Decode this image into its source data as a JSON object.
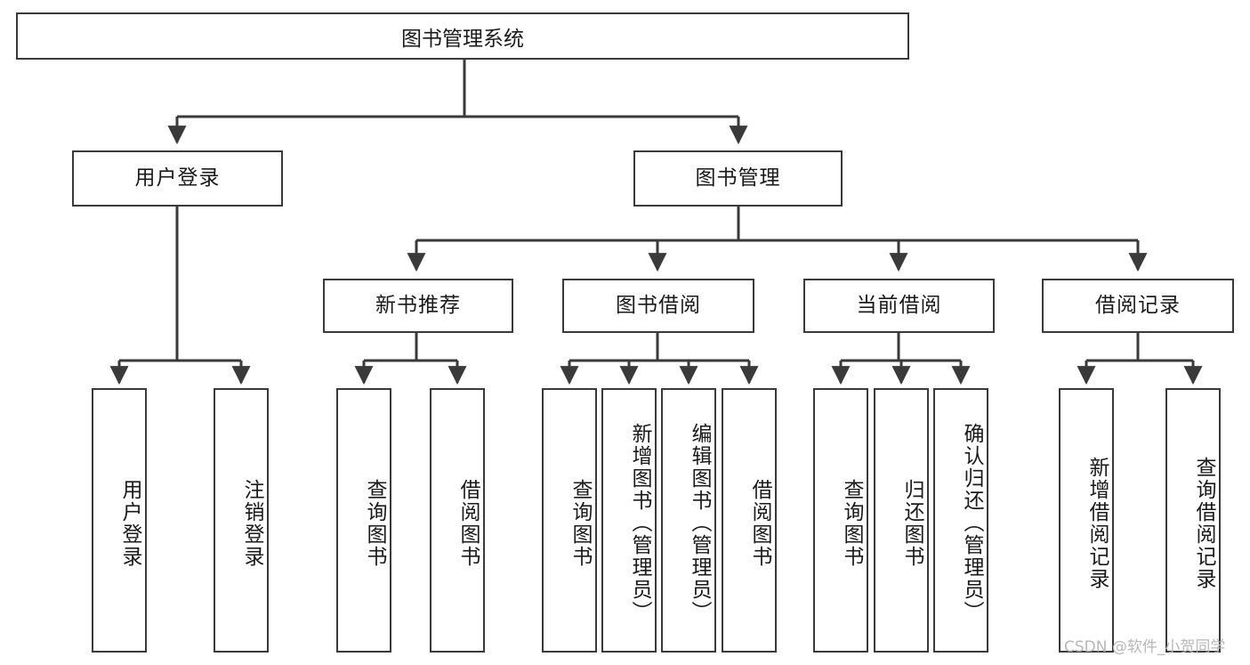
{
  "diagram": {
    "title": "图书管理系统",
    "type": "hierarchy-tree",
    "root": {
      "id": "root",
      "label": "图书管理系统"
    },
    "level2": [
      {
        "id": "user-login",
        "label": "用户登录"
      },
      {
        "id": "book-manage",
        "label": "图书管理"
      }
    ],
    "level3": [
      {
        "id": "new-book-recommend",
        "label": "新书推荐",
        "parent": "book-manage"
      },
      {
        "id": "book-borrow",
        "label": "图书借阅",
        "parent": "book-manage"
      },
      {
        "id": "current-borrow",
        "label": "当前借阅",
        "parent": "book-manage"
      },
      {
        "id": "borrow-record",
        "label": "借阅记录",
        "parent": "book-manage"
      }
    ],
    "leaves": {
      "user-login": [
        {
          "id": "leaf-user-login",
          "label": "用户登录"
        },
        {
          "id": "leaf-logout",
          "label": "注销登录"
        }
      ],
      "new-book-recommend": [
        {
          "id": "leaf-query-book-1",
          "label": "查询图书"
        },
        {
          "id": "leaf-borrow-book-1",
          "label": "借阅图书"
        }
      ],
      "book-borrow": [
        {
          "id": "leaf-query-book-2",
          "label": "查询图书"
        },
        {
          "id": "leaf-add-book",
          "label": "新增图书（管理员）"
        },
        {
          "id": "leaf-edit-book",
          "label": "编辑图书（管理员）"
        },
        {
          "id": "leaf-borrow-book-2",
          "label": "借阅图书"
        }
      ],
      "current-borrow": [
        {
          "id": "leaf-query-book-3",
          "label": "查询图书"
        },
        {
          "id": "leaf-return-book",
          "label": "归还图书"
        },
        {
          "id": "leaf-confirm-return",
          "label": "确认归还（管理员）"
        }
      ],
      "borrow-record": [
        {
          "id": "leaf-add-record",
          "label": "新增借阅记录"
        },
        {
          "id": "leaf-query-record",
          "label": "查询借阅记录"
        }
      ]
    }
  },
  "watermark": {
    "text": "CSDN @软件_小贺同学"
  },
  "colors": {
    "stroke": "#3a3a3a",
    "text": "#1a1a1a",
    "background": "#ffffff",
    "watermark": "#b8b8b8"
  }
}
